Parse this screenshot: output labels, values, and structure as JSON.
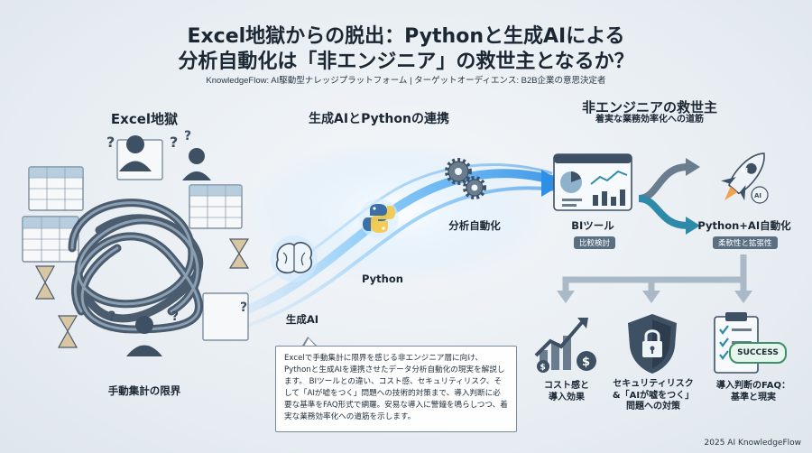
{
  "header": {
    "title_line1": "Excel地獄からの脱出：Pythonと生成AIによる",
    "title_line2": "分析自動化は「非エンジニア」の救世主となるか？",
    "subtitle": "KnowledgeFlow: AI駆動型ナレッジプラットフォーム | ターゲットオーディエンス: B2B企業の意思決定者"
  },
  "left": {
    "heading": "Excel地獄",
    "caption": "手動集計の限界"
  },
  "middle": {
    "heading": "生成AIとPythonの連携",
    "labels": {
      "ai": "生成AI",
      "python": "Python",
      "automation": "分析自動化"
    },
    "callout_text": "Excelで手動集計に限界を感じる非エンジニア層に向け、Pythonと生成AIを連携させたデータ分析自動化の現実を解説します。 BIツールとの違い、コスト感、セキュリティリスク、そして「AIが嘘をつく」問題への技術的対策まで、導入判断に必要な基準をFAQ形式で網羅。安易な導入に警鐘を鳴らしつつ、着実な業務効率化への道筋を示します。"
  },
  "right": {
    "heading": "非エンジニアの救世主",
    "subheading": "着実な業務効率化への道筋",
    "bi": {
      "label": "BIツール",
      "tag": "比較検討"
    },
    "python_ai": {
      "label": "Python+AI自動化",
      "tag": "柔軟性と拡張性"
    },
    "bottom_items": [
      {
        "label": "コスト感と\n導入効果"
      },
      {
        "label": "セキュリティリスク\n&「AIが嘘をつく」\n問題への対策"
      },
      {
        "label": "導入判断のFAQ：\n基準と現実"
      }
    ],
    "success_badge": "SUCCESS"
  },
  "footer": {
    "credit": "2025 AI KnowledgeFlow"
  },
  "colors": {
    "accent_blue": "#3aa0e8",
    "dark_slate": "#3e5063",
    "mid_slate": "#6a7d8f",
    "teal": "#2d8aa8"
  }
}
